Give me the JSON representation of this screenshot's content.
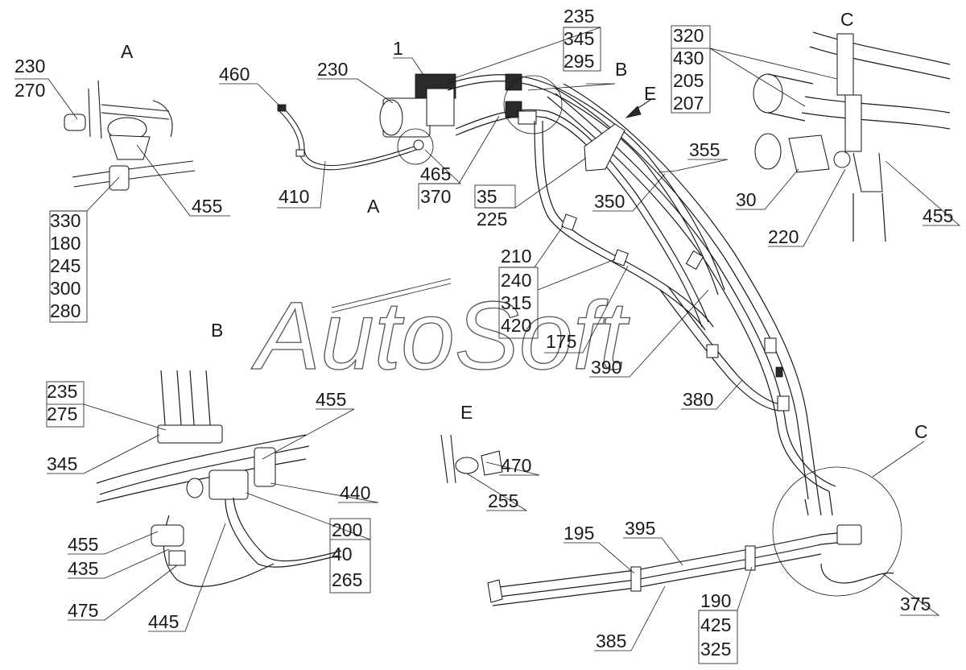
{
  "watermark": "AutoSoft",
  "views": {
    "a_inset": "A",
    "a_callout": "A",
    "b_inset": "B",
    "b_callout": "B",
    "c_inset": "C",
    "c_callout": "C",
    "e_inset": "E",
    "e_callout": "E"
  },
  "labels": {
    "l230a": "230",
    "l270": "270",
    "l455a": "455",
    "l330": "330",
    "l180": "180",
    "l245": "245",
    "l300": "300",
    "l280": "280",
    "l460": "460",
    "l410": "410",
    "l230b": "230",
    "l1": "1",
    "l465": "465",
    "l370": "370",
    "l235a": "235",
    "l345a": "345",
    "l295": "295",
    "l35": "35",
    "l225": "225",
    "l355": "355",
    "l350": "350",
    "l320": "320",
    "l430": "430",
    "l205": "205",
    "l207": "207",
    "l30": "30",
    "l220": "220",
    "l455b": "455",
    "l210": "210",
    "l240": "240",
    "l315": "315",
    "l420": "420",
    "l175": "175",
    "l390": "390",
    "l380": "380",
    "l235b": "235",
    "l275": "275",
    "l345b": "345",
    "l455c": "455",
    "l440": "440",
    "l200": "200",
    "l40": "40",
    "l265": "265",
    "l455d": "455",
    "l435": "435",
    "l475": "475",
    "l445": "445",
    "l470": "470",
    "l255": "255",
    "l195": "195",
    "l395": "395",
    "l385": "385",
    "l190": "190",
    "l425": "425",
    "l325": "325",
    "l375": "375"
  }
}
